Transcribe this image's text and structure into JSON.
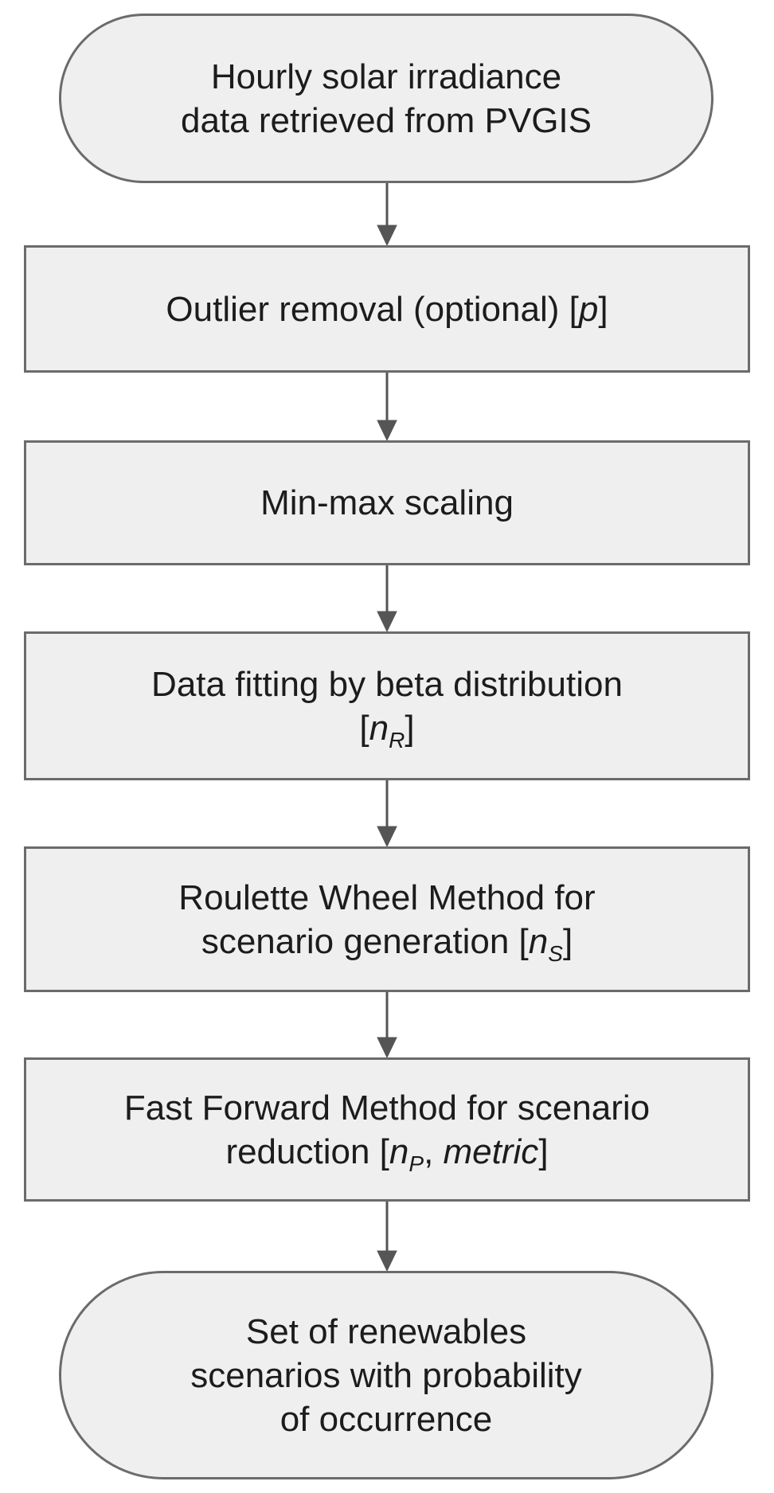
{
  "nodes": {
    "start": {
      "line1": "Hourly solar irradiance",
      "line2": "data retrieved from PVGIS"
    },
    "outlier": {
      "text": "Outlier removal (optional) [",
      "param": "p",
      "close": "]"
    },
    "scaling": {
      "text": "Min-max scaling"
    },
    "fitting": {
      "line1": "Data fitting by beta distribution",
      "open": "[",
      "var": "n",
      "sub": "R",
      "close": "]"
    },
    "roulette": {
      "line1": "Roulette Wheel Method for",
      "line2_text": "scenario generation [",
      "var": "n",
      "sub": "S",
      "close": "]"
    },
    "fastforward": {
      "line1": "Fast Forward Method for scenario",
      "line2_text": "reduction [",
      "var": "n",
      "sub": "P",
      "sep": ", ",
      "metric": "metric",
      "close": "]"
    },
    "end": {
      "line1": "Set of renewables",
      "line2": "scenarios with probability",
      "line3": "of occurrence"
    }
  },
  "colors": {
    "box_fill": "#efefef",
    "box_border": "#6b6b6b",
    "arrow": "#555555",
    "text": "#1c1c1c"
  }
}
